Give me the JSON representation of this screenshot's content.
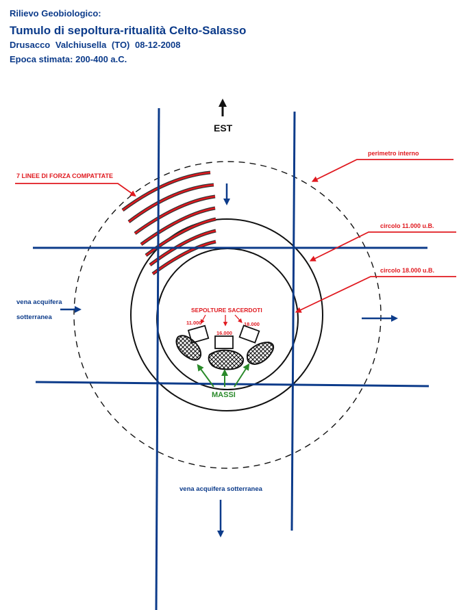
{
  "header": {
    "subtitle": "Rilievo Geobiologico:",
    "title": "Tumulo di sepoltura-ritualità Celto-Salasso",
    "location": "Drusacco   Valchiusella (TO)   08-12-2008",
    "epoch": "Epoca stimata: 200-400 a.C."
  },
  "labels": {
    "north": "EST",
    "force_lines": "7 LINEE DI FORZA COMPATTATE",
    "inner_perimeter": "perimetro interno",
    "circle_11000": "circolo 11.000 u.B.",
    "circle_18000": "circolo 18.000 u.B.",
    "water_vein_left_1": "vena acquifera",
    "water_vein_left_2": "sotterranea",
    "water_vein_bottom": "vena acquifera sotterranea",
    "priest_burials": "SEPOLTURE SACERDOTI",
    "burial_values": [
      "11.000",
      "16.000",
      "18.000"
    ],
    "boulders": "MASSI"
  },
  "colors": {
    "blue": "#0c3b8a",
    "red": "#e0191f",
    "green": "#2a8a2a",
    "black": "#111111"
  }
}
